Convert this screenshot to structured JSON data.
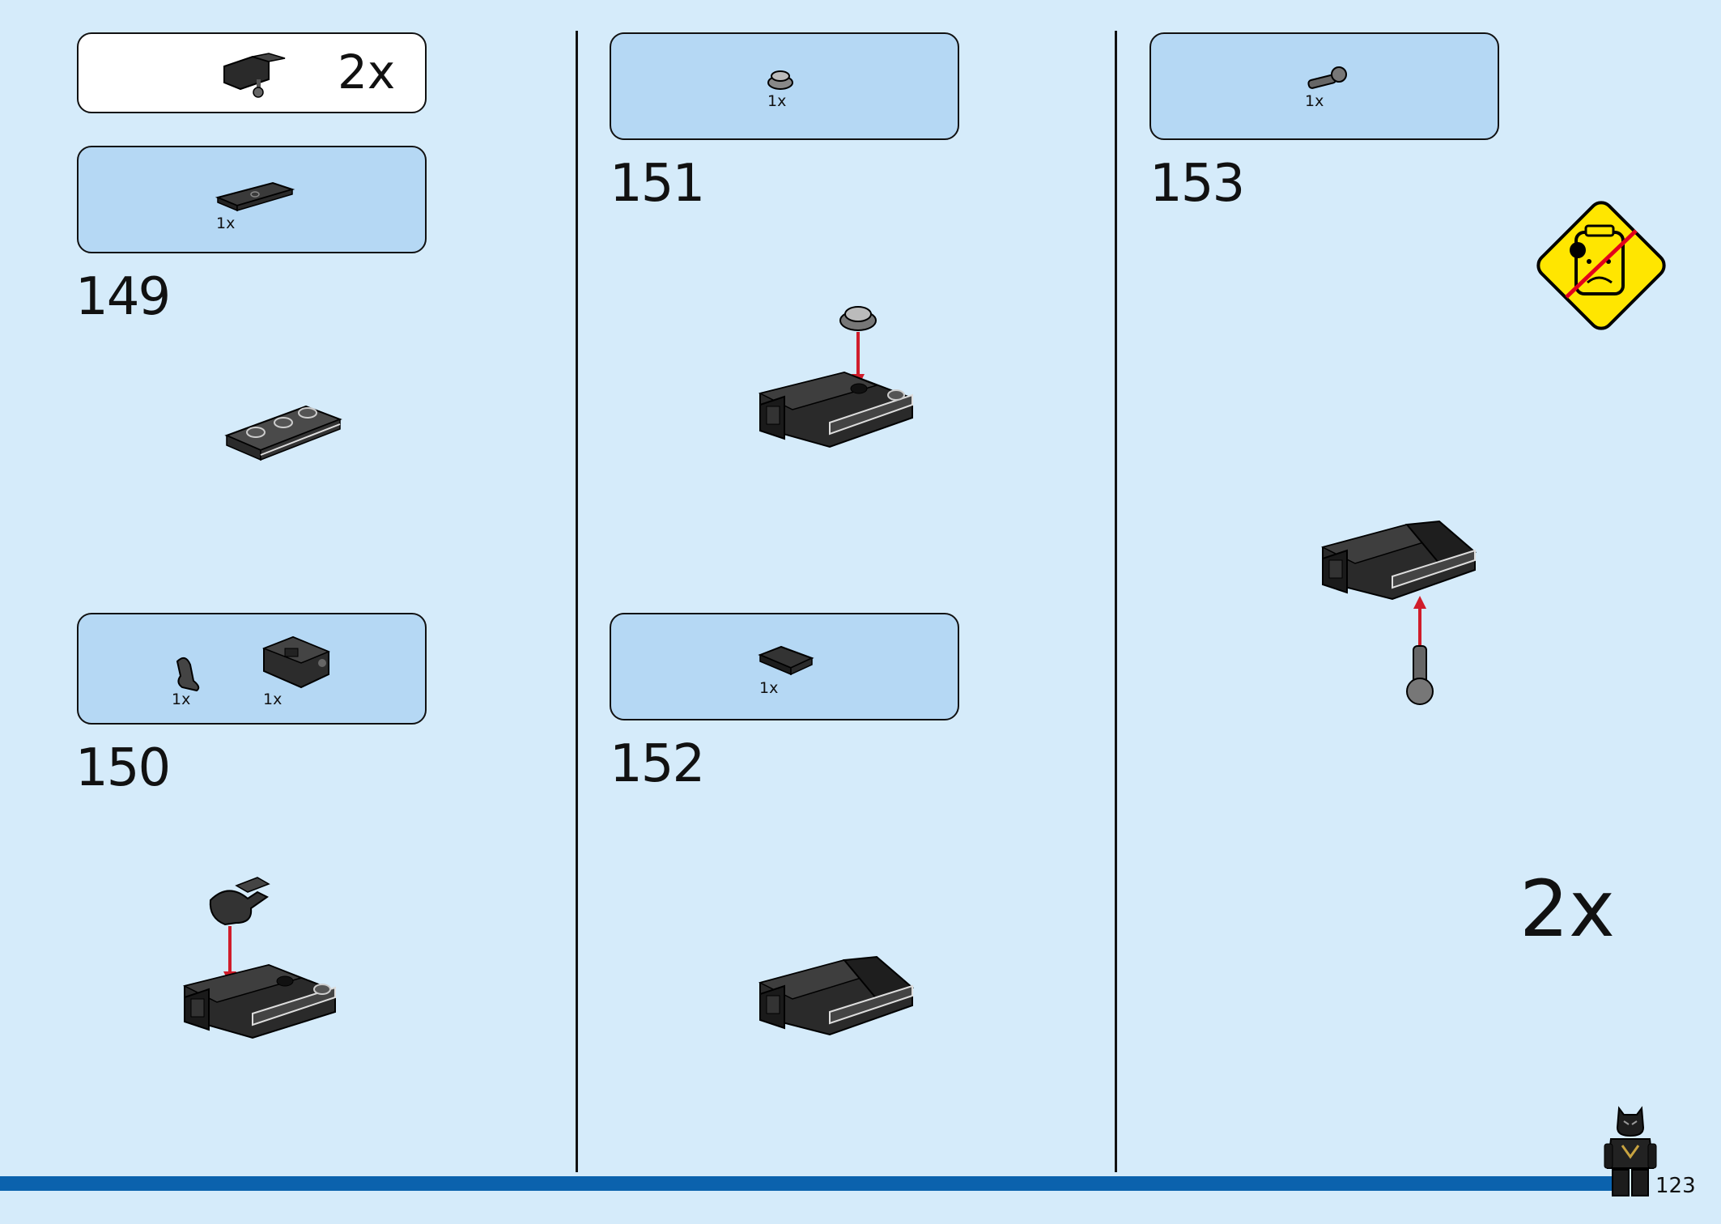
{
  "steps": [
    {
      "number": "149",
      "parts": [
        {
          "qty": "1x",
          "part": "dark-grey-plate-1x4"
        }
      ]
    },
    {
      "number": "150",
      "parts": [
        {
          "qty": "1x",
          "part": "dark-grey-clip-hook"
        },
        {
          "qty": "1x",
          "part": "black-brick-with-socket"
        }
      ]
    },
    {
      "number": "151",
      "parts": [
        {
          "qty": "1x",
          "part": "light-grey-round-plate-1x1"
        }
      ]
    },
    {
      "number": "152",
      "parts": [
        {
          "qty": "1x",
          "part": "black-slope-tile"
        }
      ]
    },
    {
      "number": "153",
      "parts": [
        {
          "qty": "1x",
          "part": "grey-ball-joint-bar"
        }
      ]
    }
  ],
  "submodel": {
    "multiplier": "2x"
  },
  "final_multiplier": "2x",
  "page_number": "123",
  "warning_icon": "small-parts-choking-hazard-icon",
  "colors": {
    "background": "#d5ebfa",
    "callout": "#b5d8f4",
    "bar": "#0b62ad",
    "arrow": "#d01c2a",
    "warning": "#ffe600"
  }
}
